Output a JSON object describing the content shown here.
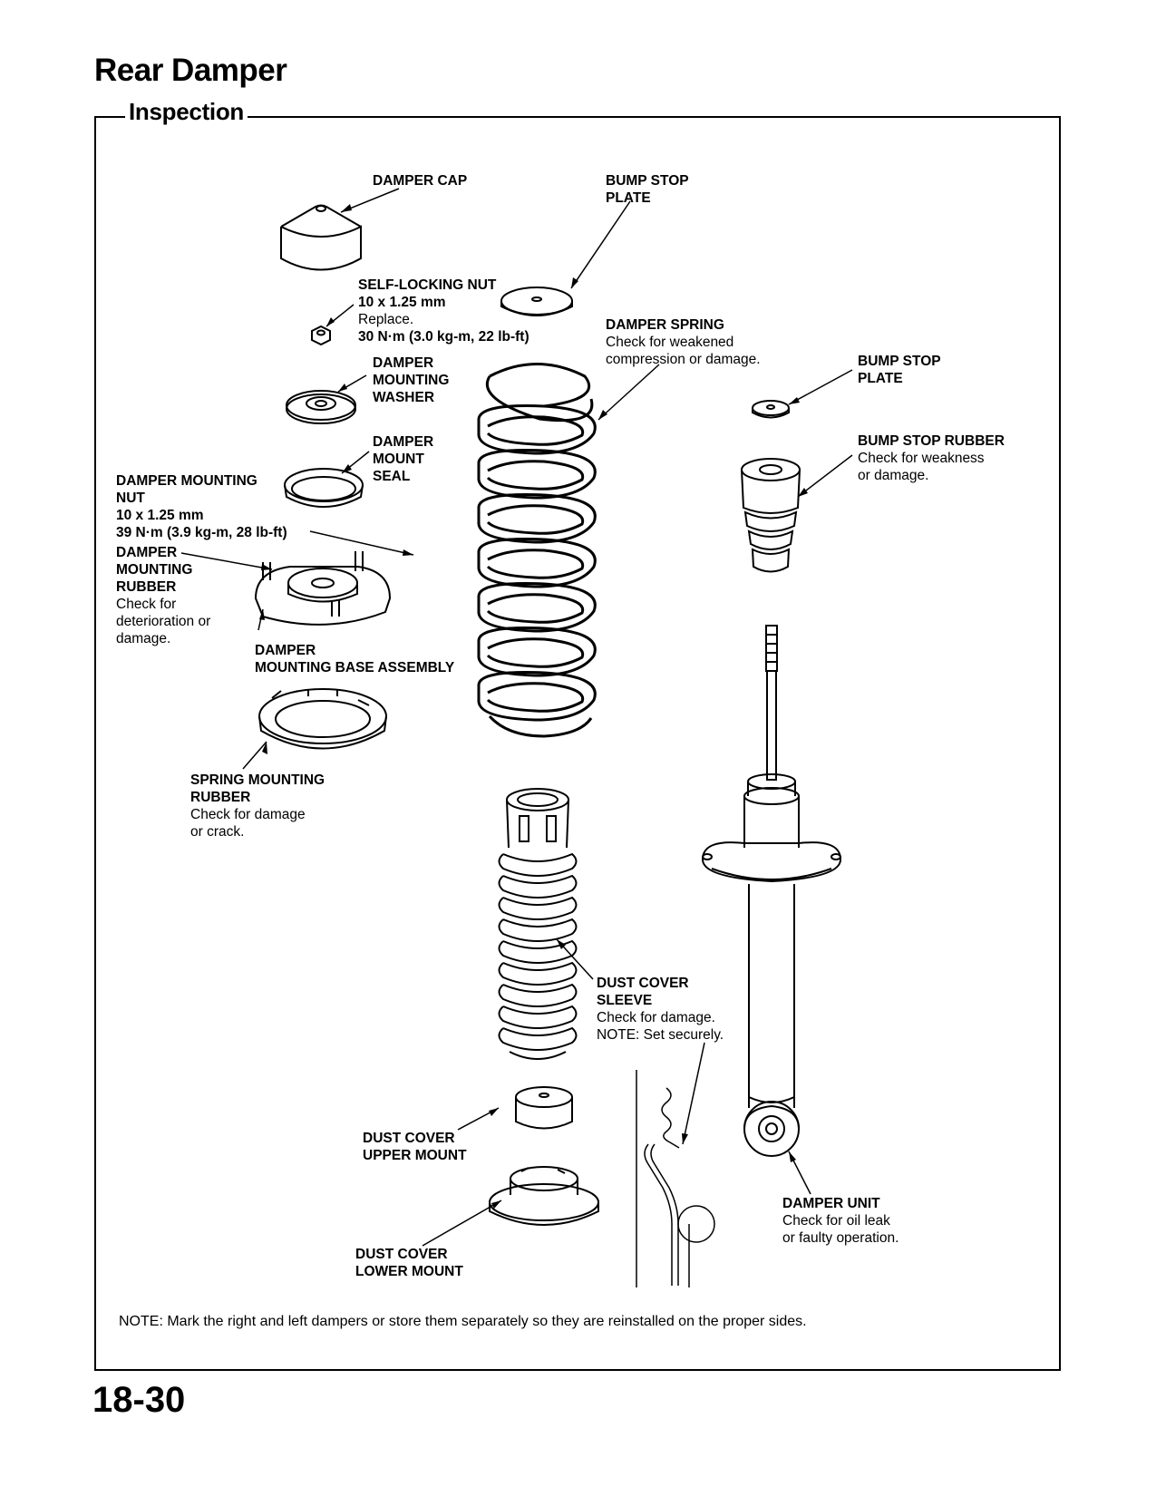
{
  "page": {
    "title": "Rear Damper",
    "section": "Inspection",
    "page_number": "18-30",
    "note": "NOTE:  Mark the right and left dampers or store them separately so they are reinstalled on the proper sides."
  },
  "labels": {
    "damper_cap": {
      "l1": "DAMPER CAP"
    },
    "bump_stop_plate_1": {
      "l1": "BUMP STOP",
      "l2": "PLATE"
    },
    "self_locking_nut": {
      "l1": "SELF-LOCKING NUT",
      "l2": "10 x 1.25 mm",
      "l3": "Replace.",
      "l4": "30 N·m (3.0 kg-m, 22 lb-ft)"
    },
    "damper_spring": {
      "l1": "DAMPER SPRING",
      "l2": "Check for weakened",
      "l3": "compression or damage."
    },
    "bump_stop_plate_2": {
      "l1": "BUMP STOP",
      "l2": "PLATE"
    },
    "damper_mounting_washer": {
      "l1": "DAMPER",
      "l2": "MOUNTING",
      "l3": "WASHER"
    },
    "damper_mount_seal": {
      "l1": "DAMPER",
      "l2": "MOUNT",
      "l3": "SEAL"
    },
    "bump_stop_rubber": {
      "l1": "BUMP STOP RUBBER",
      "l2": "Check for weakness",
      "l3": "or damage."
    },
    "damper_mounting_nut": {
      "l1": "DAMPER MOUNTING",
      "l2": "NUT",
      "l3": "10 x 1.25 mm",
      "l4": "39 N·m (3.9 kg-m, 28 lb-ft)"
    },
    "damper_mounting_rubber": {
      "l1": "DAMPER",
      "l2": "MOUNTING",
      "l3": "RUBBER",
      "l4": "Check for",
      "l5": "deterioration or",
      "l6": "damage."
    },
    "damper_mounting_base": {
      "l1": "DAMPER",
      "l2": "MOUNTING BASE ASSEMBLY"
    },
    "spring_mounting_rubber": {
      "l1": "SPRING MOUNTING",
      "l2": "RUBBER",
      "l3": "Check for damage",
      "l4": "or crack."
    },
    "dust_cover_sleeve": {
      "l1": "DUST COVER",
      "l2": "SLEEVE",
      "l3": "Check for damage.",
      "l4": "NOTE:  Set securely."
    },
    "dust_cover_upper_mount": {
      "l1": "DUST COVER",
      "l2": "UPPER MOUNT"
    },
    "dust_cover_lower_mount": {
      "l1": "DUST COVER",
      "l2": "LOWER MOUNT"
    },
    "damper_unit": {
      "l1": "DAMPER UNIT",
      "l2": "Check for oil leak",
      "l3": "or faulty operation."
    }
  }
}
